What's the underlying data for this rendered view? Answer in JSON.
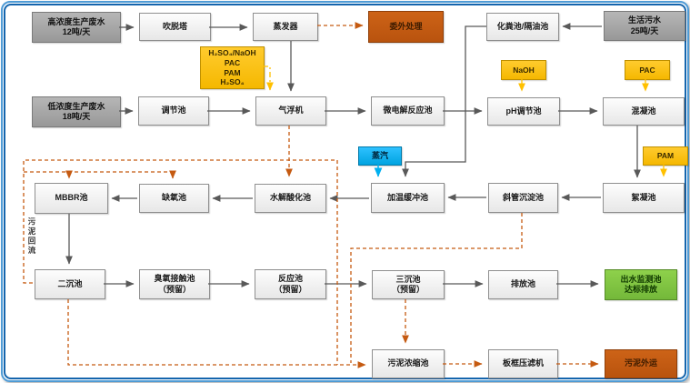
{
  "diagram": {
    "kind": "wastewater-treatment-process-flow",
    "nodes": {
      "high_waste": {
        "label": "高浓度生产废水\n12吨/天"
      },
      "stripping_tower": {
        "label": "吹脱塔"
      },
      "evaporator": {
        "label": "蒸发器"
      },
      "outsource": {
        "label": "委外处理"
      },
      "septic_tank": {
        "label": "化粪池/隔油池"
      },
      "domestic_sewage": {
        "label": "生活污水\n25吨/天"
      },
      "chem_mix": {
        "label": "H₂SO₄/NaOH\nPAC\nPAM\nH₂SO₄"
      },
      "naoh": {
        "label": "NaOH"
      },
      "pac": {
        "label": "PAC"
      },
      "pam": {
        "label": "PAM"
      },
      "steam": {
        "label": "蒸汽"
      },
      "low_waste": {
        "label": "低浓度生产废水\n18吨/天"
      },
      "regulating": {
        "label": "调节池"
      },
      "air_flotation": {
        "label": "气浮机"
      },
      "micro_electrolysis": {
        "label": "微电解反应池"
      },
      "ph_adjust": {
        "label": "pH调节池"
      },
      "coagulation": {
        "label": "混凝池"
      },
      "mbbr": {
        "label": "MBBR池"
      },
      "anoxic": {
        "label": "缺氧池"
      },
      "hydrolysis": {
        "label": "水解酸化池"
      },
      "heating_buffer": {
        "label": "加温缓冲池"
      },
      "inclined_tube_sed": {
        "label": "斜管沉淀池"
      },
      "flocculation": {
        "label": "絮凝池"
      },
      "secondary_sed": {
        "label": "二沉池"
      },
      "ozone_contact": {
        "label": "臭氧接触池\n（预留）"
      },
      "reaction": {
        "label": "反应池\n（预留）"
      },
      "tertiary_sed": {
        "label": "三沉池\n（预留）"
      },
      "discharge": {
        "label": "排放池"
      },
      "outfall": {
        "label": "出水监测池\n达标排放"
      },
      "sludge_thickening": {
        "label": "污泥浓缩池"
      },
      "filter_press": {
        "label": "板框压滤机"
      },
      "sludge_out": {
        "label": "污泥外运"
      }
    },
    "annotations": {
      "sludge_return": "污泥回流"
    },
    "colors": {
      "frame_blue": "#1565ad",
      "flow_line": "#595959",
      "sludge_dashed": "#c55a11",
      "chemical_dashed": "#ffc000",
      "steam_line": "#00b0f0",
      "source_gray": "#a6a6a6",
      "outsource_orange": "#c55a11",
      "output_green": "#7dc142",
      "chemical_yellow": "#ffc000",
      "steam_blue": "#00b0f0"
    }
  }
}
